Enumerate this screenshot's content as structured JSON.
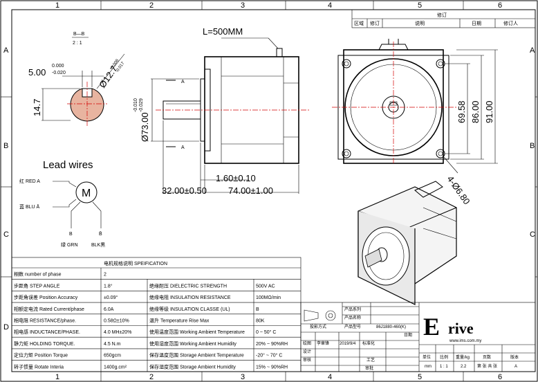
{
  "grid": {
    "cols": [
      "1",
      "2",
      "3",
      "4",
      "5",
      "6"
    ],
    "rows": [
      "A",
      "B",
      "C",
      "D"
    ]
  },
  "revision": {
    "title": "修订",
    "headers": [
      "区域",
      "修订",
      "说明",
      "日期",
      "修订人"
    ]
  },
  "section": {
    "label": "B—B",
    "scale": "2 : 1"
  },
  "cable": {
    "label": "L=500MM"
  },
  "shaft_section": {
    "key_width": "5.00",
    "key_tol_upper": "0.000",
    "key_tol_lower": "-0.020",
    "key_height": "14.7",
    "dia": "Ø12.7",
    "dia_tol_upper": "-0.006",
    "dia_tol_lower": "-0.017"
  },
  "side_view": {
    "flange_dia": "Ø73.00",
    "flange_tol_upper": "-0.010",
    "flange_tol_lower": "-0.029",
    "flange_thk": "1.60±0.10",
    "shaft_len": "32.00±0.50",
    "body_len": "74.00±1.00",
    "section_mark": "A"
  },
  "front_view": {
    "hole_spacing": "69.58",
    "square": "86.00",
    "overall": "91.00",
    "holes": "4-Ø6.80"
  },
  "lead_wires": {
    "title": "Lead wires",
    "red": "红 RED A",
    "blue": "蓝 BLU Ā",
    "green": "B\n绿 GRN",
    "black": "B̄\nBLK黑",
    "motor": "M",
    "b": "B",
    "bbar": "B̄",
    "grn": "绿 GRN",
    "blk": "BLK黑"
  },
  "spec": {
    "title": "电机规格说明 SPEIFICATION",
    "rows": [
      [
        "相数 number of phase",
        "2",
        "",
        ""
      ],
      [
        "步距角 STEP ANGLE",
        "1.8°",
        "绝缘耐压 DIELECTRIC STRENGTH",
        "500V AC"
      ],
      [
        "步距角误差 Position Accuracy",
        "±0.09°",
        "绝缘电阻 INSULATION RESISTANCE",
        "100MΩ/min"
      ],
      [
        "相额定电流 Rated Current/phase",
        "6.0A",
        "绝缘等级 INSULATION CLASSE (UL)",
        "B"
      ],
      [
        "相电阻 RESISTANCE/phase.",
        "0.58Ω±10%",
        "温升 Temperature Rise Max",
        "80K"
      ],
      [
        "相电感 INDUCTANCE/PHASE.",
        "4.0 MH±20%",
        "使用温度范围 Working Ambient Temperature",
        "0 ~ 50° C"
      ],
      [
        "静力矩 HOLDING TORQUE.",
        "4.5 N.m",
        "使用湿度范围 Working Ambient Humidity",
        "20% ~ 90%RH"
      ],
      [
        "定位力矩 Position Torque",
        "650gcm",
        "保存温度范围 Storage Ambient Temperature",
        "-20° ~ 70° C"
      ],
      [
        "转子惯量 Rotate Interia",
        "1400g.cm²",
        "保存湿度范围 Storage Ambient Humidity",
        "15% ~ 90%RH"
      ]
    ]
  },
  "title_block": {
    "series_label": "产品系列",
    "name_label": "产品名称",
    "model_label": "产品型号",
    "model": "86J1880-460(K)",
    "projection_label": "投影方式",
    "draw_label": "绘图",
    "drawer": "李章锋",
    "date": "2019/9/4",
    "standard_label": "标准化",
    "design_label": "设计",
    "process_label": "工艺",
    "check_label": "审核",
    "approve_label": "审批",
    "date_label": "日期",
    "brand_e": "E",
    "brand_rest": "rive",
    "website": "www.ims.com.my",
    "headers": [
      "单位",
      "比例",
      "重量/kg",
      "页数",
      "版本"
    ],
    "values": [
      "mm",
      "1 : 1",
      "2.2",
      "第 张 共 张",
      "A"
    ]
  }
}
